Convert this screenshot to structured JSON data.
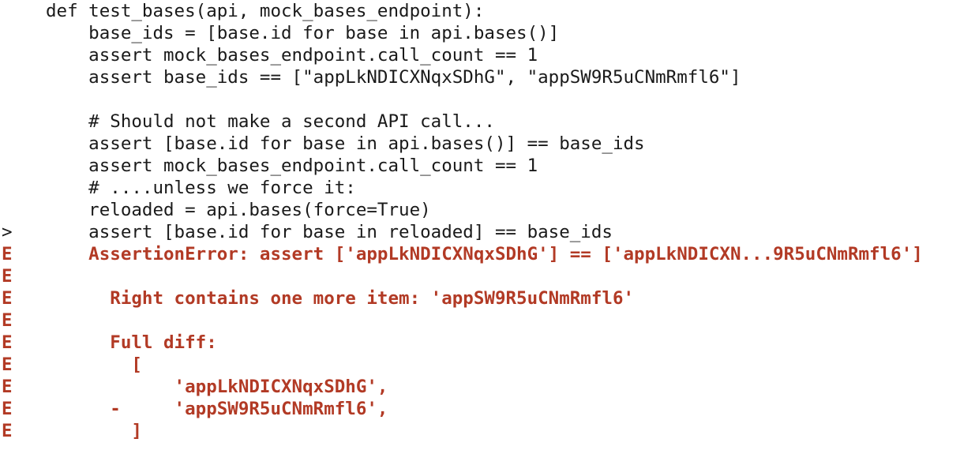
{
  "terminal": {
    "lines": [
      {
        "prefix": "",
        "text": "def test_bases(api, mock_bases_endpoint):",
        "style": "normal"
      },
      {
        "prefix": "",
        "text": "    base_ids = [base.id for base in api.bases()]",
        "style": "normal"
      },
      {
        "prefix": "",
        "text": "    assert mock_bases_endpoint.call_count == 1",
        "style": "normal"
      },
      {
        "prefix": "",
        "text": "    assert base_ids == [\"appLkNDICXNqxSDhG\", \"appSW9R5uCNmRmfl6\"]",
        "style": "normal"
      },
      {
        "prefix": "",
        "text": "",
        "style": "normal"
      },
      {
        "prefix": "",
        "text": "    # Should not make a second API call...",
        "style": "normal"
      },
      {
        "prefix": "",
        "text": "    assert [base.id for base in api.bases()] == base_ids",
        "style": "normal"
      },
      {
        "prefix": "",
        "text": "    assert mock_bases_endpoint.call_count == 1",
        "style": "normal"
      },
      {
        "prefix": "",
        "text": "    # ....unless we force it:",
        "style": "normal"
      },
      {
        "prefix": "",
        "text": "    reloaded = api.bases(force=True)",
        "style": "normal"
      },
      {
        "prefix": ">",
        "text": "    assert [base.id for base in reloaded] == base_ids",
        "style": "normal"
      },
      {
        "prefix": "E",
        "text": "    AssertionError: assert ['appLkNDICXNqxSDhG'] == ['appLkNDICXN...9R5uCNmRmfl6']",
        "style": "err"
      },
      {
        "prefix": "E",
        "text": "",
        "style": "err"
      },
      {
        "prefix": "E",
        "text": "      Right contains one more item: 'appSW9R5uCNmRmfl6'",
        "style": "err"
      },
      {
        "prefix": "E",
        "text": "",
        "style": "err"
      },
      {
        "prefix": "E",
        "text": "      Full diff:",
        "style": "err"
      },
      {
        "prefix": "E",
        "text": "        [",
        "style": "err"
      },
      {
        "prefix": "E",
        "text": "            'appLkNDICXNqxSDhG',",
        "style": "err"
      },
      {
        "prefix": "E",
        "text": "      -     'appSW9R5uCNmRmfl6',",
        "style": "err"
      },
      {
        "prefix": "E",
        "text": "        ]",
        "style": "err"
      }
    ]
  },
  "colors": {
    "text": "#1a1a1a",
    "error": "#b23a25",
    "background": "#ffffff"
  }
}
